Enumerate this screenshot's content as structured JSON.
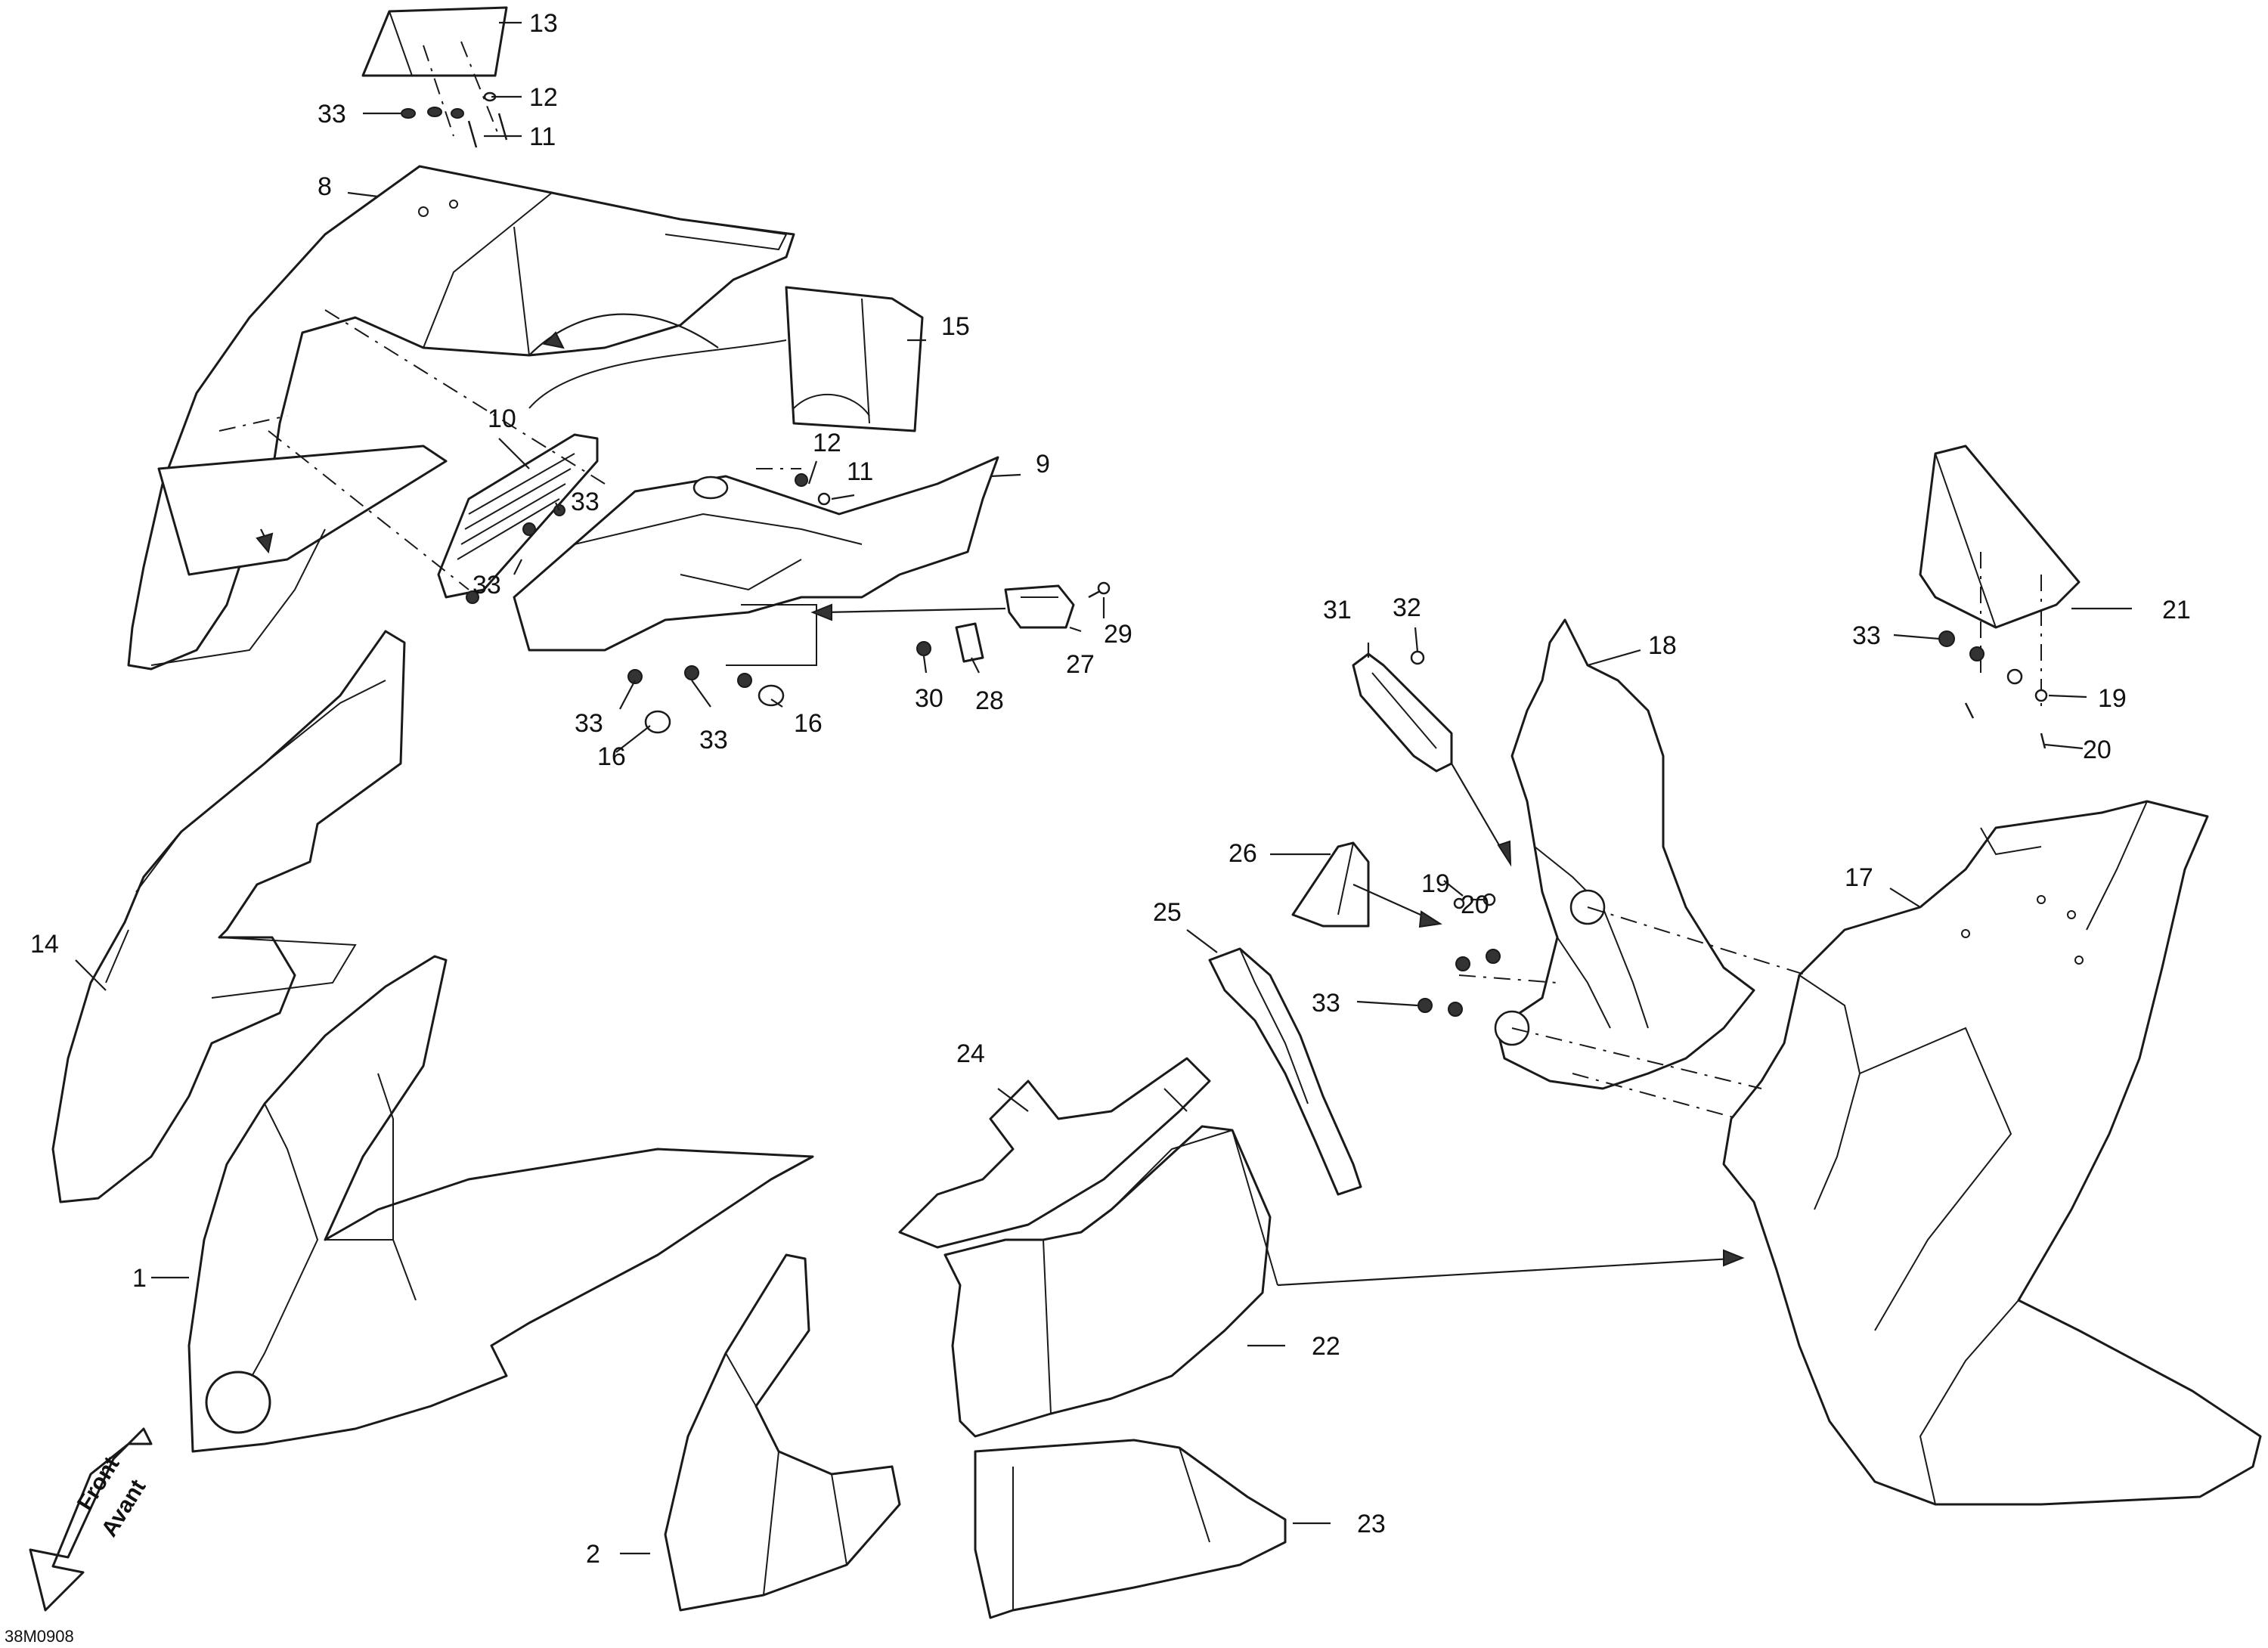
{
  "drawing_ref": "38M0908",
  "direction_arrow": {
    "line1": "Front",
    "line2": "Avant"
  },
  "callouts": {
    "c1": "1",
    "c2": "2",
    "c8": "8",
    "c9": "9",
    "c10": "10",
    "c11a": "11",
    "c11b": "11",
    "c12a": "12",
    "c12b": "12",
    "c13": "13",
    "c14": "14",
    "c15": "15",
    "c16a": "16",
    "c16b": "16",
    "c17": "17",
    "c18": "18",
    "c19a": "19",
    "c19b": "19",
    "c20a": "20",
    "c20b": "20",
    "c21": "21",
    "c22": "22",
    "c23": "23",
    "c24": "24",
    "c25": "25",
    "c26": "26",
    "c27": "27",
    "c28": "28",
    "c29": "29",
    "c30": "30",
    "c31": "31",
    "c32": "32",
    "c33a": "33",
    "c33b": "33",
    "c33c": "33",
    "c33d": "33",
    "c33e": "33",
    "c33f": "33",
    "c33g": "33"
  }
}
